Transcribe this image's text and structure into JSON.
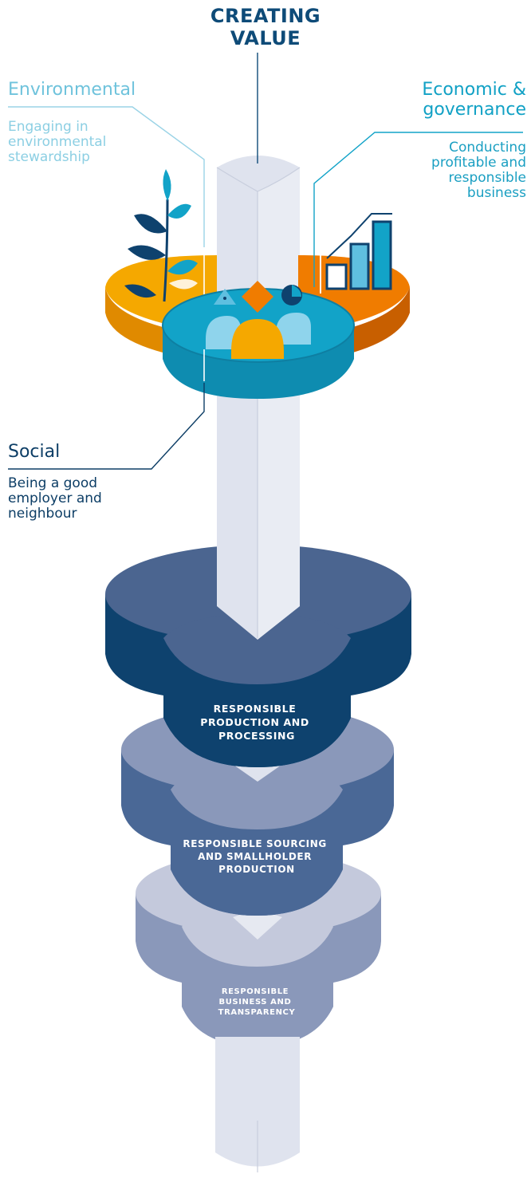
{
  "header": {
    "title": "CREATING\nVALUE"
  },
  "pillars": {
    "environmental": {
      "title": "Environmental",
      "description": "Engaging in\nenvironmental\nstewardship"
    },
    "economic": {
      "title": "Economic &\ngovernance",
      "description": "Conducting\nprofitable and\nresponsible\nbusiness"
    },
    "social": {
      "title": "Social",
      "description": "Being a good\nemployer and\nneighbour"
    }
  },
  "layers": [
    {
      "lines": [
        "RESPONSIBLE",
        "PRODUCTION AND",
        "PROCESSING"
      ]
    },
    {
      "lines": [
        "RESPONSIBLE SOURCING",
        "AND SMALLHOLDER",
        "PRODUCTION"
      ]
    },
    {
      "lines": [
        "RESPONSIBLE",
        "BUSINESS AND",
        "TRANSPARENCY"
      ]
    }
  ],
  "colors": {
    "environmental": "#f5a800",
    "economic": "#f07c00",
    "social": "#12a3c8",
    "layer1": "#0e426e",
    "layer2": "#4a6896",
    "layer3": "#8a98ba",
    "column": "#dfe3ee"
  }
}
